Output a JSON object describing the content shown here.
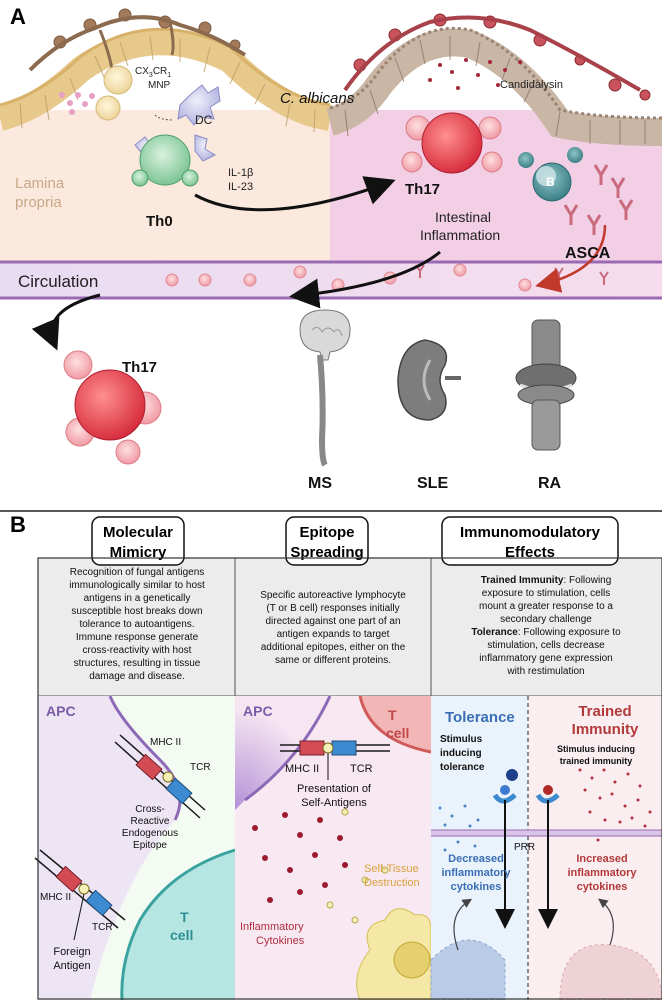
{
  "panel_a": {
    "letter": "A",
    "cx3cr1": "CX",
    "cx3cr1_sub": "3",
    "cx3cr1_rest": "CR",
    "cx3cr1_sub2": "1",
    "mnp": "MNP",
    "dc": "DC",
    "c_albicans": "C. albicans",
    "candidalysin": "Candidalysin",
    "lamina_propria_1": "Lamina",
    "lamina_propria_2": "propria",
    "il1b": "IL-1β",
    "il23": "IL-23",
    "th0": "Th0",
    "th17_top": "Th17",
    "b_cell": "B",
    "intestinal_1": "Intestinal",
    "intestinal_2": "Inflammation",
    "asca": "ASCA",
    "circulation": "Circulation",
    "th17_bottom": "Th17",
    "diseases": [
      "MS",
      "SLE",
      "RA"
    ]
  },
  "panel_b": {
    "letter": "B",
    "columns": [
      {
        "title_1": "Molecular",
        "title_2": "Mimicry",
        "text": [
          "Recognition of fungal antigens",
          "immunologically similar to host",
          "antigens in a genetically",
          "susceptible host breaks down",
          "tolerance to autoantigens.",
          "Immune response generate",
          "cross-reactivity with host",
          "structures, resulting in tissue",
          "damage and disease."
        ]
      },
      {
        "title_1": "Epitope",
        "title_2": "Spreading",
        "text": [
          "Specific autoreactive lymphocyte",
          "(T or B cell) responses initially",
          "directed against one part of an",
          "antigen expands to target",
          "additional epitopes, either on the",
          "same or different proteins."
        ]
      },
      {
        "title_1": "Immunomodulatory",
        "title_2": "Effects",
        "trained_term": "Trained Immunity",
        "trained_text": [
          ": Following",
          "exposure to stimulation, cells",
          "mount a greater response to a",
          "secondary challenge"
        ],
        "tolerance_term": "Tolerance",
        "tolerance_text": [
          ": Following exposure to",
          "stimulation, cells decrease",
          "inflammatory gene expression",
          "with  restimulation"
        ]
      }
    ],
    "mimicry_illus": {
      "apc": "APC",
      "mhc_top": "MHC II",
      "tcr_top": "TCR",
      "cross": [
        "Cross-",
        "Reactive",
        "Endogenous",
        "Epitope"
      ],
      "mhc_bottom": "MHC II",
      "tcr_bottom": "TCR",
      "foreign": [
        "Foreign",
        "Antigen"
      ],
      "t_cell": [
        "T",
        "cell"
      ]
    },
    "spreading_illus": {
      "apc": "APC",
      "t_cell": [
        "T",
        "cell"
      ],
      "mhc": "MHC II",
      "tcr": "TCR",
      "presentation": [
        "Presentation of",
        "Self-Antigens"
      ],
      "self_tissue": [
        "Self-Tissue",
        "Destruction"
      ],
      "cytokines": [
        "Inflammatory",
        "Cytokines"
      ]
    },
    "immuno_illus": {
      "tolerance": "Tolerance",
      "trained": [
        "Trained",
        "Immunity"
      ],
      "stim_tol": [
        "Stimulus",
        "inducing",
        "tolerance"
      ],
      "stim_trained": [
        "Stimulus inducing",
        "trained immunity"
      ],
      "prr": "PRR",
      "decreased": [
        "Decreased",
        "inflammatory",
        "cytokines"
      ],
      "increased": [
        "Increased",
        "inflammatory",
        "cytokines"
      ]
    }
  },
  "colors": {
    "tolerance_blue": "#3a6fb5",
    "trained_red": "#b23a3a",
    "apc_purple": "#7a5ca8",
    "t_cell_teal": "#2f8f94"
  }
}
